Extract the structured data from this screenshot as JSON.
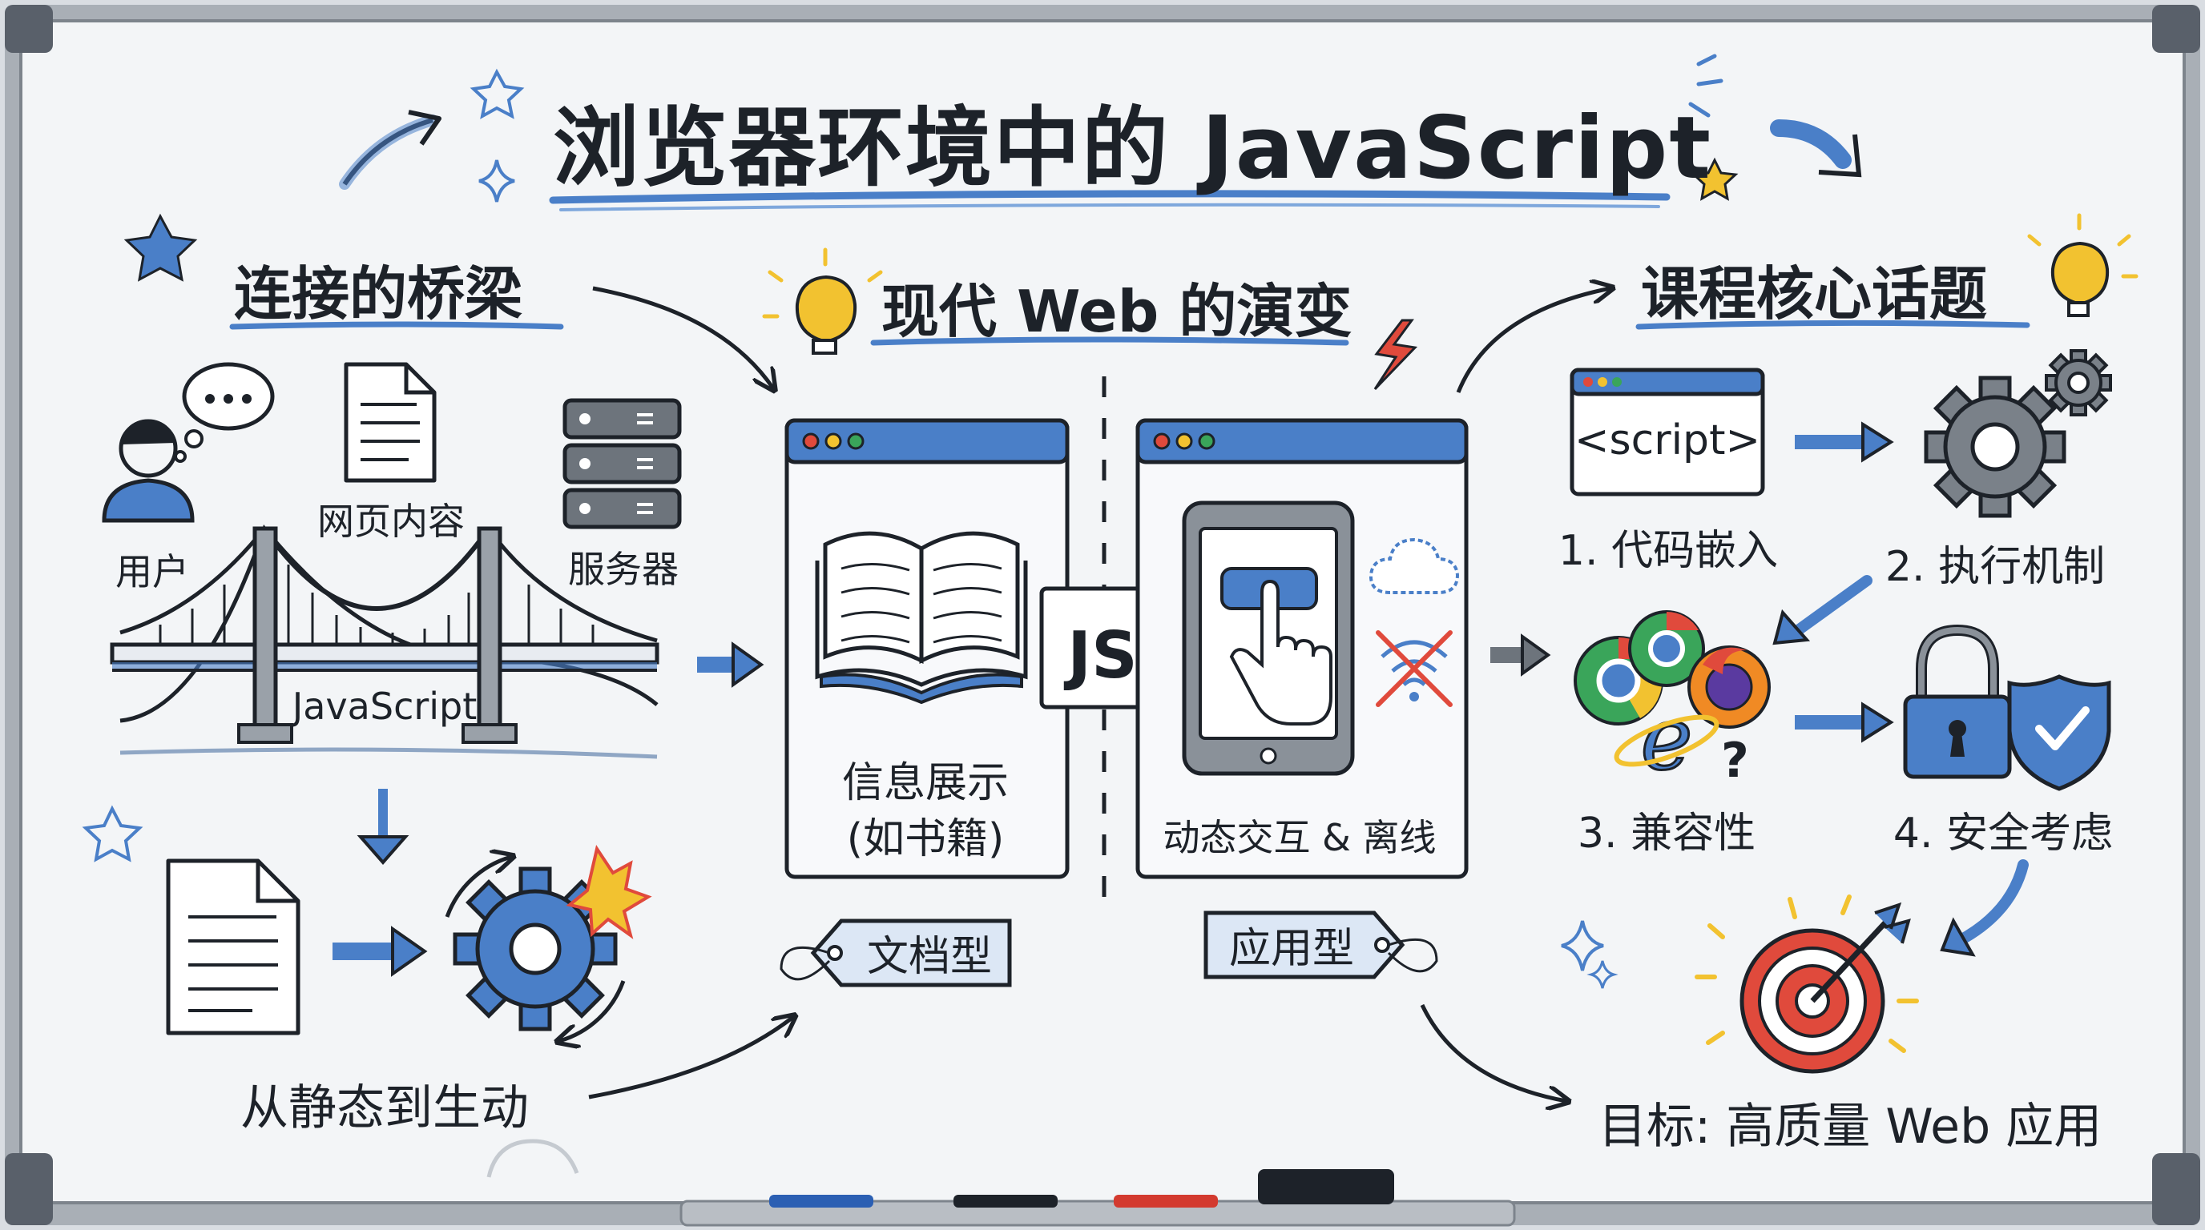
{
  "title": "浏览器环境中的 JavaScript",
  "sections": {
    "bridge": "连接的桥梁",
    "evolution": "现代 Web 的演变",
    "topics": "课程核心话题"
  },
  "bridge_panel": {
    "user_label": "用户",
    "content_label": "网页内容",
    "server_label": "服务器",
    "bridge_label": "JavaScript",
    "static_to_dynamic": "从静态到生动"
  },
  "evolution_panel": {
    "doc_caption_line1": "信息展示",
    "doc_caption_line2": "(如书籍)",
    "app_caption": "动态交互 & 离线",
    "js_badge": "JS",
    "doc_tag": "文档型",
    "app_tag": "应用型"
  },
  "topics_panel": {
    "script_tag": "<script>",
    "item1": "1. 代码嵌入",
    "item2": "2. 执行机制",
    "item3": "3. 兼容性",
    "item4": "4. 安全考虑",
    "question_mark": "?",
    "goal": "目标: 高质量 Web 应用"
  },
  "colors": {
    "accent_blue": "#4a7fc8",
    "ink": "#1d2229",
    "board": "#f4f6f8",
    "frame": "#8f969e",
    "target_red": "#e04a3c",
    "star_yellow": "#f2c230"
  },
  "icons": [
    "user-icon",
    "thought-bubble-icon",
    "document-icon",
    "server-icon",
    "bridge-icon",
    "gear-icon",
    "book-icon",
    "tablet-icon",
    "tap-hand-icon",
    "cloud-icon",
    "no-wifi-icon",
    "lightbulb-icon",
    "lightning-icon",
    "browser-logos-icon",
    "padlock-icon",
    "shield-check-icon",
    "target-icon",
    "star-icon",
    "sparkle-icon",
    "arrow-icon"
  ]
}
